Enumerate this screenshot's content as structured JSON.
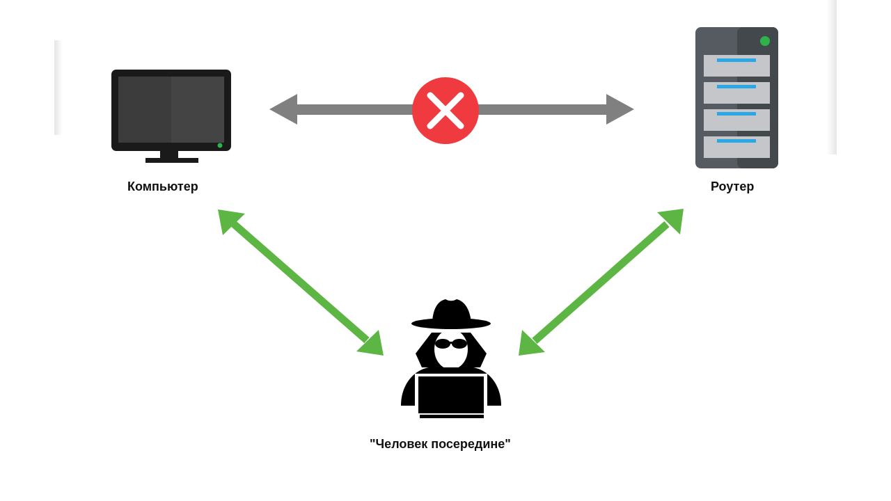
{
  "nodes": {
    "computer": {
      "label": "Компьютер",
      "icon": "computer-monitor-icon"
    },
    "router": {
      "label": "Роутер",
      "icon": "server-rack-icon"
    },
    "attacker": {
      "label": "\"Человек посередине\"",
      "icon": "hacker-spy-icon"
    }
  },
  "connections": [
    {
      "from": "computer",
      "to": "router",
      "status": "blocked",
      "color": "#808080",
      "marker_icon": "blocked-x-icon",
      "marker_color": "#ef3b3f"
    },
    {
      "from": "computer",
      "to": "attacker",
      "status": "active",
      "color": "#5db544"
    },
    {
      "from": "router",
      "to": "attacker",
      "status": "active",
      "color": "#5db544"
    }
  ],
  "colors": {
    "monitor_body": "#1a1a1a",
    "monitor_screen": "#3c3c3c",
    "server_body": "#555b61",
    "server_drive": "#c4c6c9",
    "server_led_blue": "#2aa8e6",
    "power_led_green": "#2db34a",
    "attacker": "#000000"
  }
}
